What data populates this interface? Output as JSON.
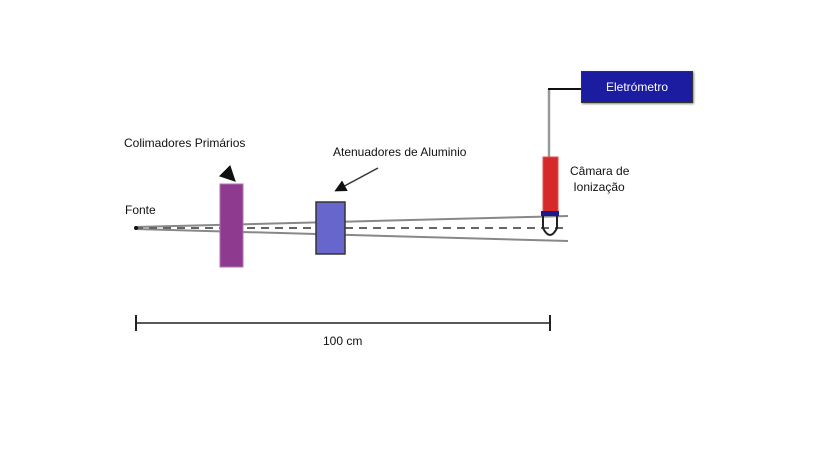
{
  "labels": {
    "source": "Fonte",
    "collimators": "Colimadores Primários",
    "attenuators": "Atenuadores de Aluminio",
    "chamber_line1": "Câmara de",
    "chamber_line2": "Ionização",
    "electrometer": "Eletrómetro",
    "scale": "100 cm"
  },
  "colors": {
    "collimator": "#8e3a8e",
    "attenuator": "#6666cc",
    "chamber": "#d62a2a",
    "electrometer": "#1c1ca0"
  }
}
